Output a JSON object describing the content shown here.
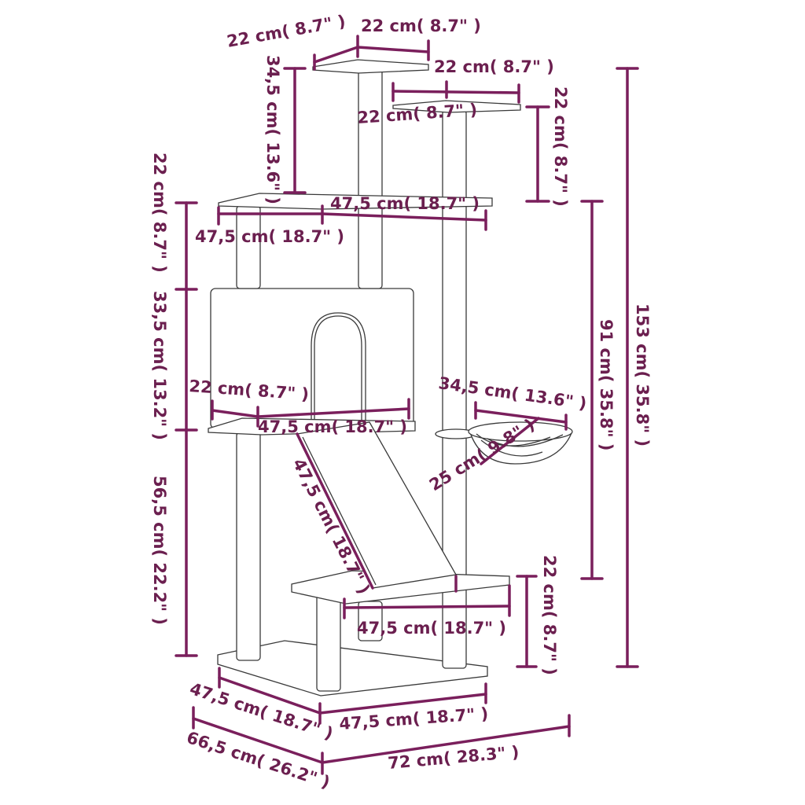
{
  "colors": {
    "dimension": "#7a1f5c",
    "outline": "#3a3a3a",
    "background": "#ffffff"
  },
  "labels": {
    "top_perch_depth": "22 cm( 8.7\" )",
    "top_perch_width": "22 cm( 8.7\" )",
    "right_perch_width": "22 cm( 8.7\" )",
    "right_perch_depth": "22 cm( 8.7\" )",
    "top_post_height": "34,5 cm( 13.6\" )",
    "right_perch_gap": "22 cm( 8.7\" )",
    "platform_upper_depth": "47,5 cm( 18.7\" )",
    "platform_upper_width": "47,5 cm( 18.7\" )",
    "upper_left_gap": "22 cm( 8.7\" )",
    "house_height": "33,5 cm( 13.2\" )",
    "house_depth": "22 cm( 8.7\" )",
    "house_width": "47,5 cm( 18.7\" )",
    "basket_diameter": "34,5 cm( 13.6\" )",
    "basket_small": "25 cm( 9.8\" )",
    "ramp_length": "47,5 cm( 18.7\" )",
    "lower_left_height": "56,5 cm( 22.2\" )",
    "step_width": "47,5 cm( 18.7\" )",
    "step_height": "22 cm( 8.7\" )",
    "right_mid_height": "91 cm( 35.8\" )",
    "total_height": "153 cm( 35.8\" )",
    "base_depth": "47,5 cm( 18.7\" )",
    "base_width": "47,5 cm( 18.7\" )",
    "footprint_depth": "66,5 cm( 26.2\" )",
    "footprint_width": "72 cm( 28.3\" )"
  }
}
